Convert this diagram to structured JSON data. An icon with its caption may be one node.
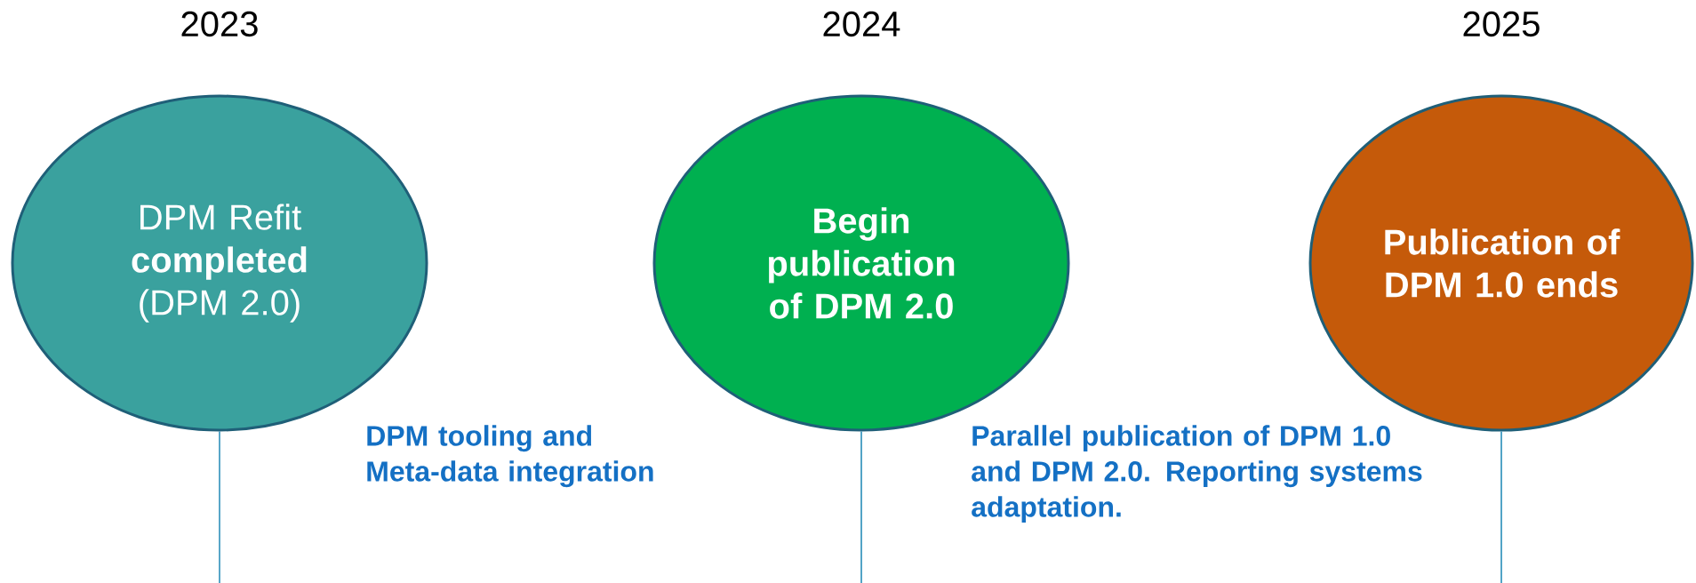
{
  "diagram": {
    "nodes": [
      {
        "text": [
          "DPM Refit **completed** (DPM 2.0)"
        ],
        "beside": [
          "2023"
        ]
      },
      {
        "text": [
          "Begin publication of DPM 2.0"
        ],
        "beside": [
          "2024"
        ]
      },
      {
        "text": [
          "Publication of DPM 1.0 ends"
        ],
        "beside": [
          "2025"
        ]
      }
    ],
    "edges": [
      {
        "from": 0,
        "to": null,
        "arrow": "none"
      },
      {
        "from": 1,
        "to": null,
        "arrow": "none"
      },
      {
        "from": 2,
        "to": null,
        "arrow": "none"
      }
    ],
    "labels": [
      "DPM tooling and Meta-data integration",
      "Parallel publication of DPM 1.0 and DPM 2.0. Reporting systems adaptation."
    ]
  }
}
